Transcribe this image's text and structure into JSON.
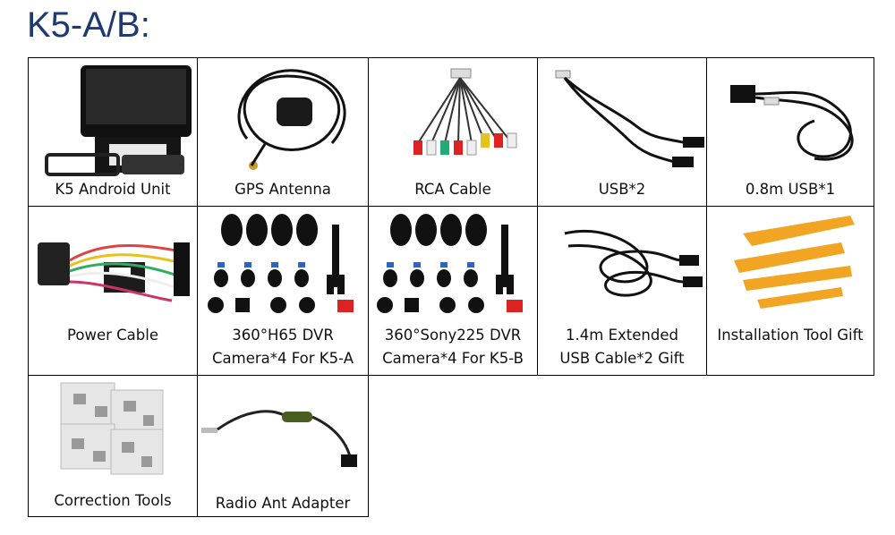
{
  "title": "K5-A/B:",
  "items": [
    {
      "label": "K5 Android Unit"
    },
    {
      "label": "GPS Antenna"
    },
    {
      "label": "RCA Cable"
    },
    {
      "label": "USB*2"
    },
    {
      "label": "0.8m USB*1"
    },
    {
      "label": "Power Cable"
    },
    {
      "label_line1": "360°H65 DVR",
      "label_line2": "Camera*4 For K5-A"
    },
    {
      "label_line1": "360°Sony225 DVR",
      "label_line2": "Camera*4 For K5-B"
    },
    {
      "label_line1": "1.4m Extended",
      "label_line2": "USB Cable*2 Gift"
    },
    {
      "label": "Installation Tool Gift"
    },
    {
      "label": "Correction Tools"
    },
    {
      "label": "Radio Ant Adapter"
    }
  ]
}
